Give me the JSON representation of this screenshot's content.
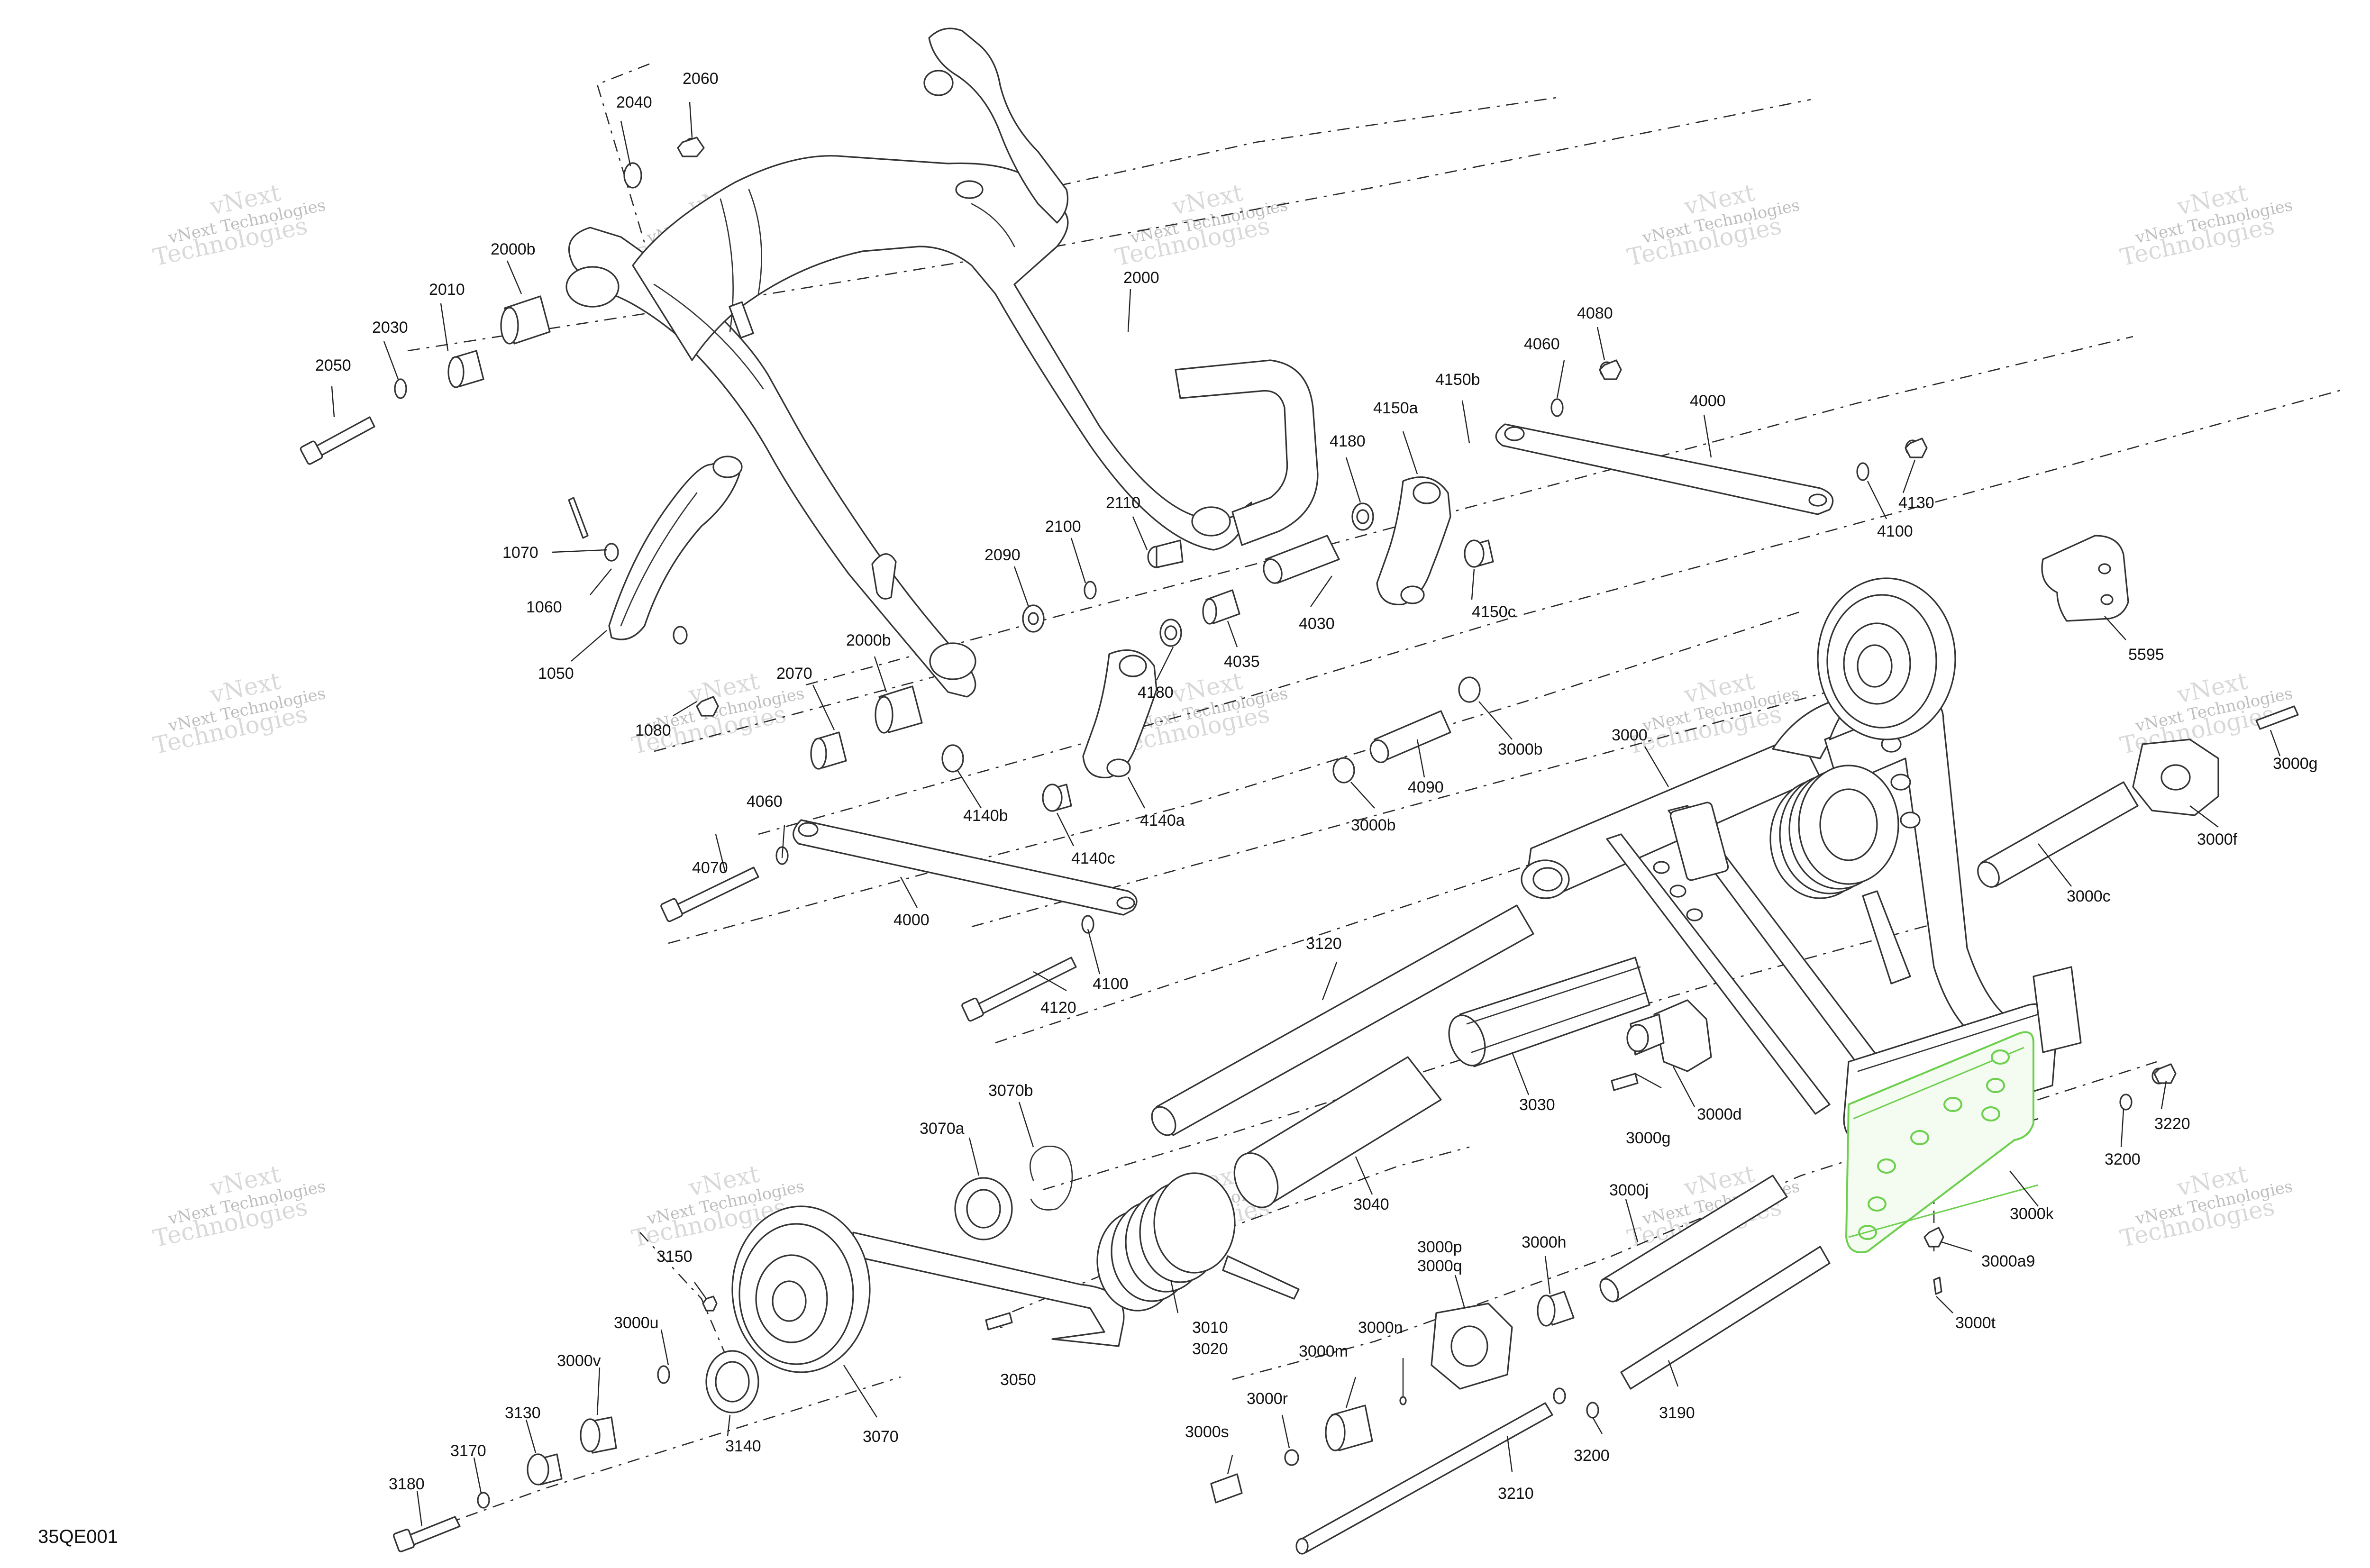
{
  "diagram": {
    "code": "35QE001",
    "watermark_brand": "vNext",
    "watermark_text": "Technologies",
    "watermark_full": "vNext Technologies",
    "highlight_color": "#6cd04d",
    "line_color": "#333333"
  },
  "callouts": [
    "2060",
    "2040",
    "2000b",
    "2010",
    "2030",
    "2050",
    "2000",
    "1070",
    "1060",
    "1050",
    "1080",
    "2070",
    "2000b",
    "2090",
    "2100",
    "2110",
    "4060",
    "4080",
    "4150b",
    "4150a",
    "4180",
    "4000",
    "4130",
    "4100",
    "4030",
    "4035",
    "4180",
    "4150c",
    "5595",
    "3000",
    "4140b",
    "4140a",
    "4140c",
    "4090",
    "3000b",
    "3000b",
    "3000g",
    "3000f",
    "3000c",
    "4070",
    "4060",
    "4000",
    "4100",
    "4120",
    "3120",
    "3030",
    "3000g",
    "3000d",
    "3070b",
    "3070a",
    "3040",
    "3000k",
    "3220",
    "3200",
    "3000a9",
    "3000t",
    "3000j",
    "3000h",
    "3000p",
    "3000q",
    "3010",
    "3020",
    "3050",
    "3150",
    "3000u",
    "3000v",
    "3140",
    "3130",
    "3070",
    "3170",
    "3180",
    "3000n",
    "3000m",
    "3000r",
    "3000s",
    "3190",
    "3200",
    "3210"
  ]
}
